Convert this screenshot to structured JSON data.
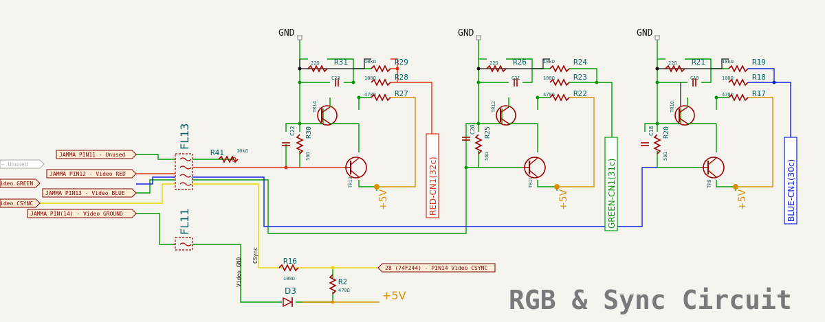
{
  "title": "RGB & Sync Circuit",
  "colors": {
    "bg": "#f5f4ef",
    "wire_green": "#009a00",
    "wire_red": "#e03010",
    "wire_blue": "#1020e0",
    "wire_yellow": "#e8d800",
    "wire_orange": "#d89000",
    "component": "#a00000",
    "ref_text": "#006666",
    "label_border": "#800000",
    "label_fill": "#ffefd8",
    "power": "#d89000",
    "black": "#111111"
  },
  "gnd_labels": [
    "GND",
    "GND",
    "GND"
  ],
  "power_labels": {
    "p1": "+5V",
    "p2": "+5V",
    "p3": "+5V",
    "p4": "+5V"
  },
  "input_labels": {
    "unused_left": "– Unused",
    "pin11": "JAMMA PIN11 - Unused",
    "pin12": "JAMMA PIN12 - Video RED",
    "video_green": "ideo GREEN",
    "pin13": "JAMMA PIN13 - Video BLUE",
    "video_csync": "ideo CSYNC",
    "pin14": "JAMMA PIN(14) - Video GROUND",
    "csync_out": "28 (74F244) - PIN14 Video CSYNC"
  },
  "filters": {
    "fl13": "FL13",
    "fl11": "FL11"
  },
  "output_labels": {
    "red": "RED-CN1(32c)",
    "green": "GREEN-CN1(31c)",
    "blue": "BLUE-CN1(30c)"
  },
  "stage_red": {
    "r31": "R31",
    "r31v": "22Ω",
    "r29": "R29",
    "r29v": "10kΩ",
    "r28": "R28",
    "r28v": "100Ω",
    "r27": "R27",
    "r27v": "470Ω",
    "c23": "C23",
    "tr14": "TR14",
    "c22": "C22",
    "r30": "R30",
    "r30v": "56Ω",
    "tr13": "TR13"
  },
  "stage_green": {
    "r26": "R26",
    "r26v": "22Ω",
    "r24": "R24",
    "r24v": "10kΩ",
    "r23": "R23",
    "r23v": "100Ω",
    "r22": "R22",
    "r22v": "470Ω",
    "c21": "C21",
    "tr12": "TR12",
    "c20": "C20",
    "r25": "R25",
    "r25v": "56Ω",
    "tr11": "TR11"
  },
  "stage_blue": {
    "r21": "R21",
    "r21v": "22Ω",
    "r19": "R19",
    "r19v": "10kΩ",
    "r18": "R18",
    "r18v": "100Ω",
    "r17": "R17",
    "r17v": "470Ω",
    "c19": "C19",
    "tr10": "TR10",
    "c18": "C18",
    "r20": "R20",
    "r20v": "56Ω",
    "tr9": "TR9"
  },
  "misc": {
    "r41": "R41",
    "r41v": "10kΩ",
    "r16": "R16",
    "r16v": "100Ω",
    "r2": "R2",
    "r2v": "470Ω",
    "d3": "D3",
    "csync_net": "CSync",
    "video_gnd_net": "Video GND"
  }
}
